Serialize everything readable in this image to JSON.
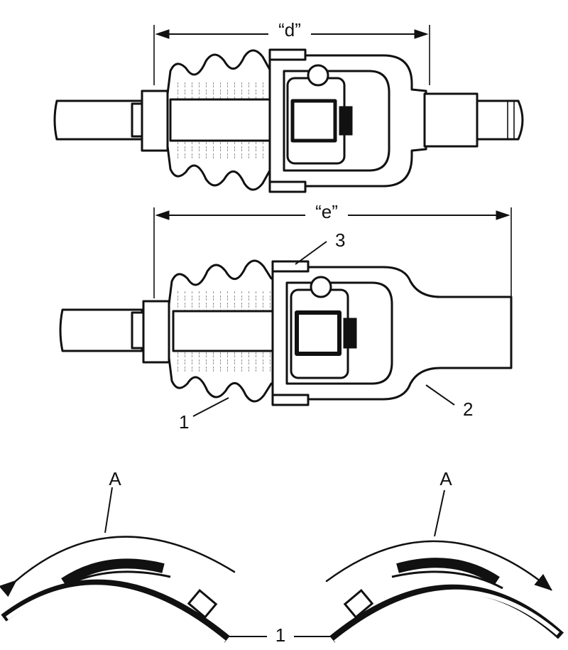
{
  "labels": {
    "dim_d": "“d”",
    "dim_e": "“e”",
    "callout_1": "1",
    "callout_2": "2",
    "callout_3": "3",
    "arc_a_left": "A",
    "arc_a_right": "A",
    "clamp_1": "1"
  }
}
